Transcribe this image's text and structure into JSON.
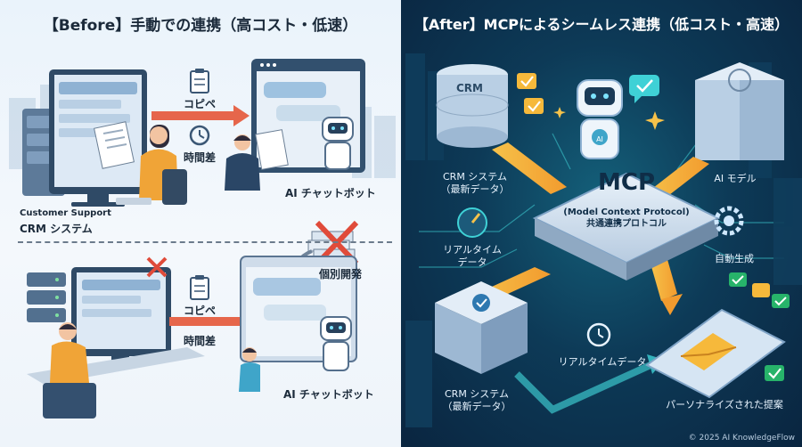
{
  "before": {
    "title": "【Before】手動での連携（高コスト・低速）",
    "top": {
      "copy_label": "コピペ",
      "delay_label": "時間差",
      "chatbot_label": "AI チャットボット",
      "crm_label_small": "Customer Support",
      "crm_label": "CRM システム"
    },
    "bottom": {
      "separate_dev_label": "個別開発",
      "copy_label": "コピペ",
      "delay_label": "時間差",
      "chatbot_label": "AI チャットボット"
    }
  },
  "after": {
    "title": "【After】MCPによるシームレス連携（低コスト・高速）",
    "crm_db_label": "CRM",
    "crm_top_label": "CRM システム\n（最新データ）",
    "ai_model_label": "AI モデル",
    "mcp_title": "MCP",
    "mcp_subtitle": "(Model Context Protocol)\n共通連携プロトコル",
    "realtime_data_label": "リアルタイム\nデータ",
    "auto_generate_label": "自動生成",
    "realtime_data_label2": "リアルタイムデータ",
    "crm_bottom_label": "CRM システム\n（最新データ）",
    "personalized_label": "パーソナライズされた提案",
    "robot_badge": "AI"
  },
  "copyright": "© 2025 AI KnowledgeFlow",
  "colors": {
    "accent_orange": "#f0892c",
    "cross_red": "#e04b3a",
    "teal": "#3fd1d6",
    "dark_bg": "#0a2540"
  }
}
